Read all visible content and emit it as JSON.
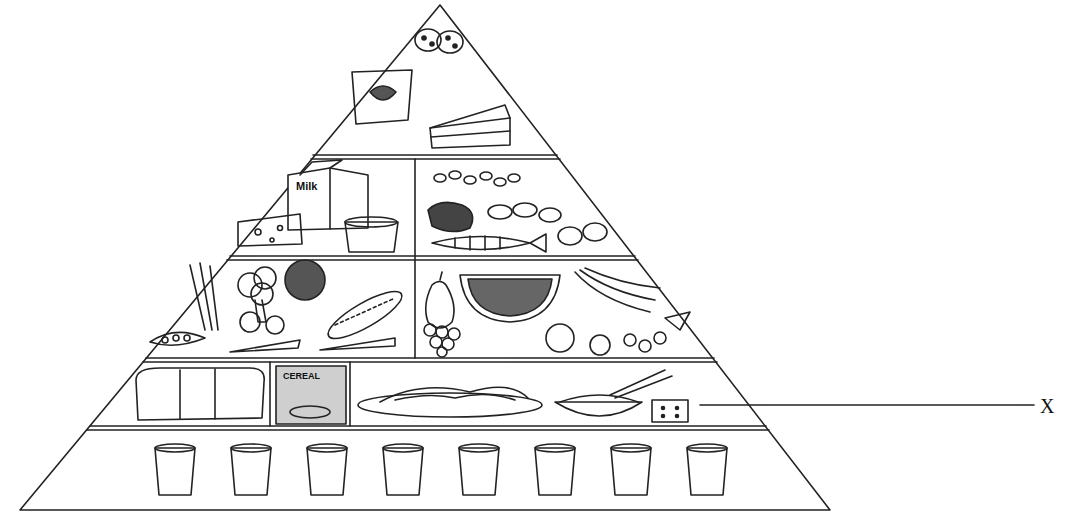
{
  "diagram": {
    "labels": [
      "X",
      "Milk",
      "CEREAL"
    ]
  }
}
